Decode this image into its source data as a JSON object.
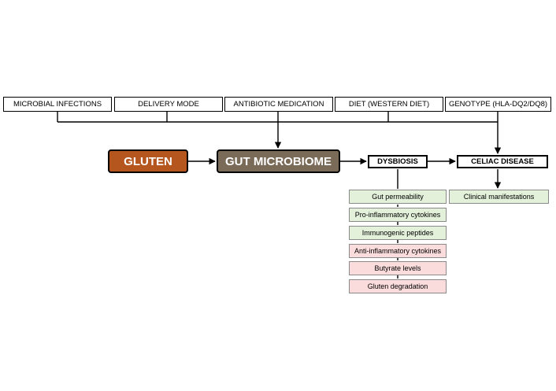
{
  "factors": [
    "MICROBIAL INFECTIONS",
    "DELIVERY MODE",
    "ANTIBIOTIC MEDICATION",
    "DIET (WESTERN DIET)",
    "GENOTYPE (HLA-DQ2/DQ8)"
  ],
  "gluten": "GLUTEN",
  "microbiome": "GUT MICROBIOME",
  "dysbiosis": "DYSBIOSIS",
  "celiac": "CELIAC DISEASE",
  "dysbiosis_effects": [
    "Gut permeability",
    "Pro-inflammatory cytokines",
    "Immunogenic peptides",
    "Anti-inflammatory cytokines",
    "Butyrate levels",
    "Gluten degradation"
  ],
  "celiac_effects": [
    "Clinical manifestations"
  ],
  "colors": {
    "gluten": "#b5561f",
    "microbiome": "#7a6a58",
    "increase_fill": "#e3f0da",
    "decrease_fill": "#fbdcdc"
  }
}
